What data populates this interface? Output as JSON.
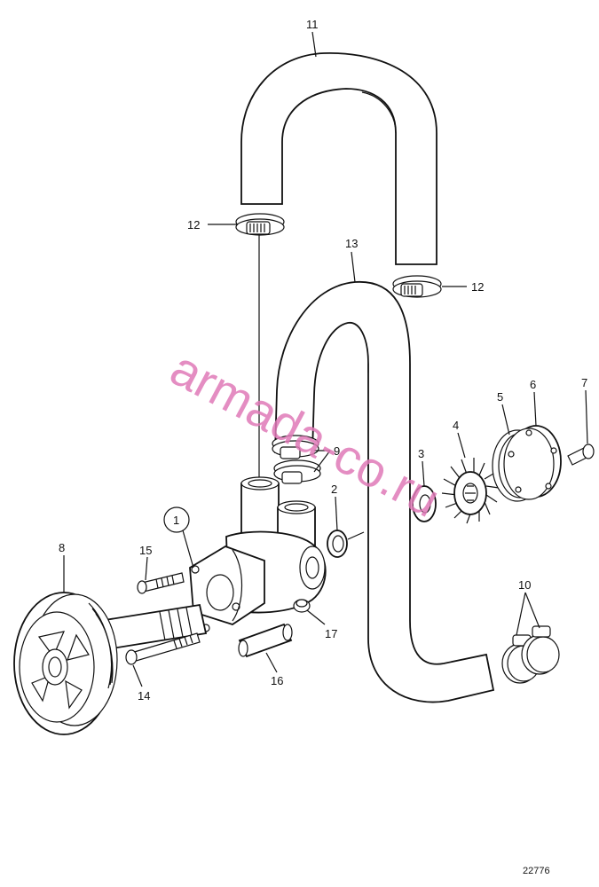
{
  "callouts": [
    {
      "id": "11",
      "text": "11"
    },
    {
      "id": "12a",
      "text": "12"
    },
    {
      "id": "12b",
      "text": "12"
    },
    {
      "id": "13",
      "text": "13"
    },
    {
      "id": "9",
      "text": "9"
    },
    {
      "id": "2",
      "text": "2"
    },
    {
      "id": "1",
      "text": "1"
    },
    {
      "id": "3",
      "text": "3"
    },
    {
      "id": "4",
      "text": "4"
    },
    {
      "id": "5",
      "text": "5"
    },
    {
      "id": "6",
      "text": "6"
    },
    {
      "id": "7",
      "text": "7"
    },
    {
      "id": "8",
      "text": "8"
    },
    {
      "id": "15",
      "text": "15"
    },
    {
      "id": "10",
      "text": "10"
    },
    {
      "id": "17",
      "text": "17"
    },
    {
      "id": "16",
      "text": "16"
    },
    {
      "id": "14",
      "text": "14"
    }
  ],
  "watermark": "armada-co.ru",
  "figure_number": "22776"
}
